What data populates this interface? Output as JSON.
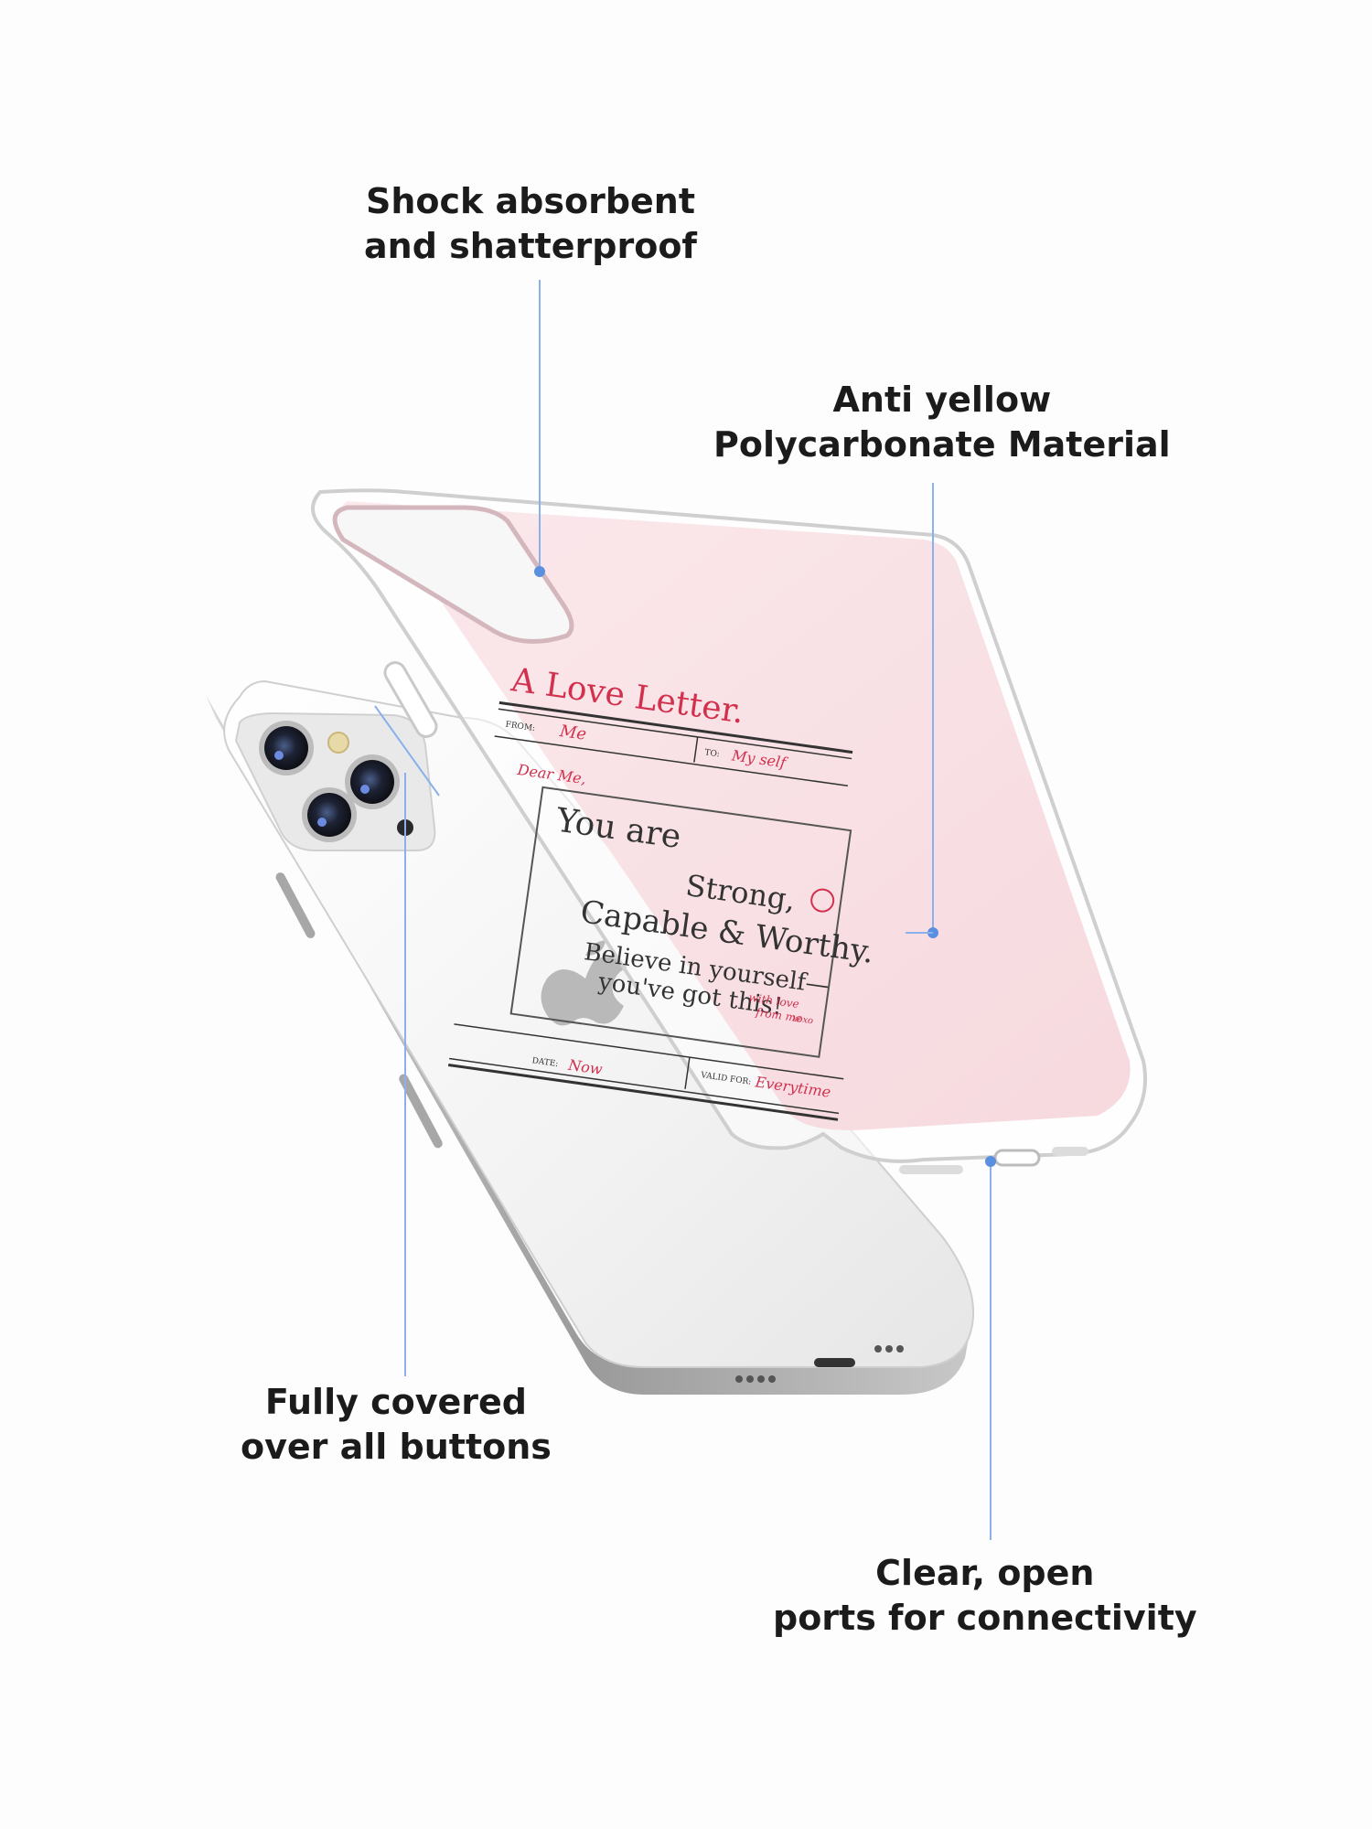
{
  "callouts": {
    "shock": {
      "line1": "Shock absorbent",
      "line2": "and shatterproof"
    },
    "anti_yellow": {
      "line1": "Anti yellow",
      "line2": "Polycarbonate Material"
    },
    "buttons": {
      "line1": "Fully covered",
      "line2": "over all buttons"
    },
    "ports": {
      "line1": "Clear, open",
      "line2": "ports for connectivity"
    }
  },
  "case_design": {
    "title": "A Love Letter.",
    "from_label": "FROM:",
    "from_value": "Me",
    "to_label": "TO:",
    "to_value": "My self",
    "greeting": "Dear Me,",
    "line1": "You are",
    "line2": "Strong,",
    "line3": "Capable & Worthy.",
    "line4": "Believe in yourself—",
    "line5": "you've got this!",
    "signoff_1": "with love",
    "signoff_2": "from me",
    "signoff_3": "xoxo",
    "date_label": "DATE:",
    "date_value": "Now",
    "valid_label": "VALID FOR:",
    "valid_value": "Everytime"
  },
  "colors": {
    "accent_line": "#8ab1ec",
    "accent_dot": "#5a8fe0",
    "case_pink": "#f8dfe3",
    "design_red": "#d2304d",
    "text_dark": "#1b1b1b"
  }
}
